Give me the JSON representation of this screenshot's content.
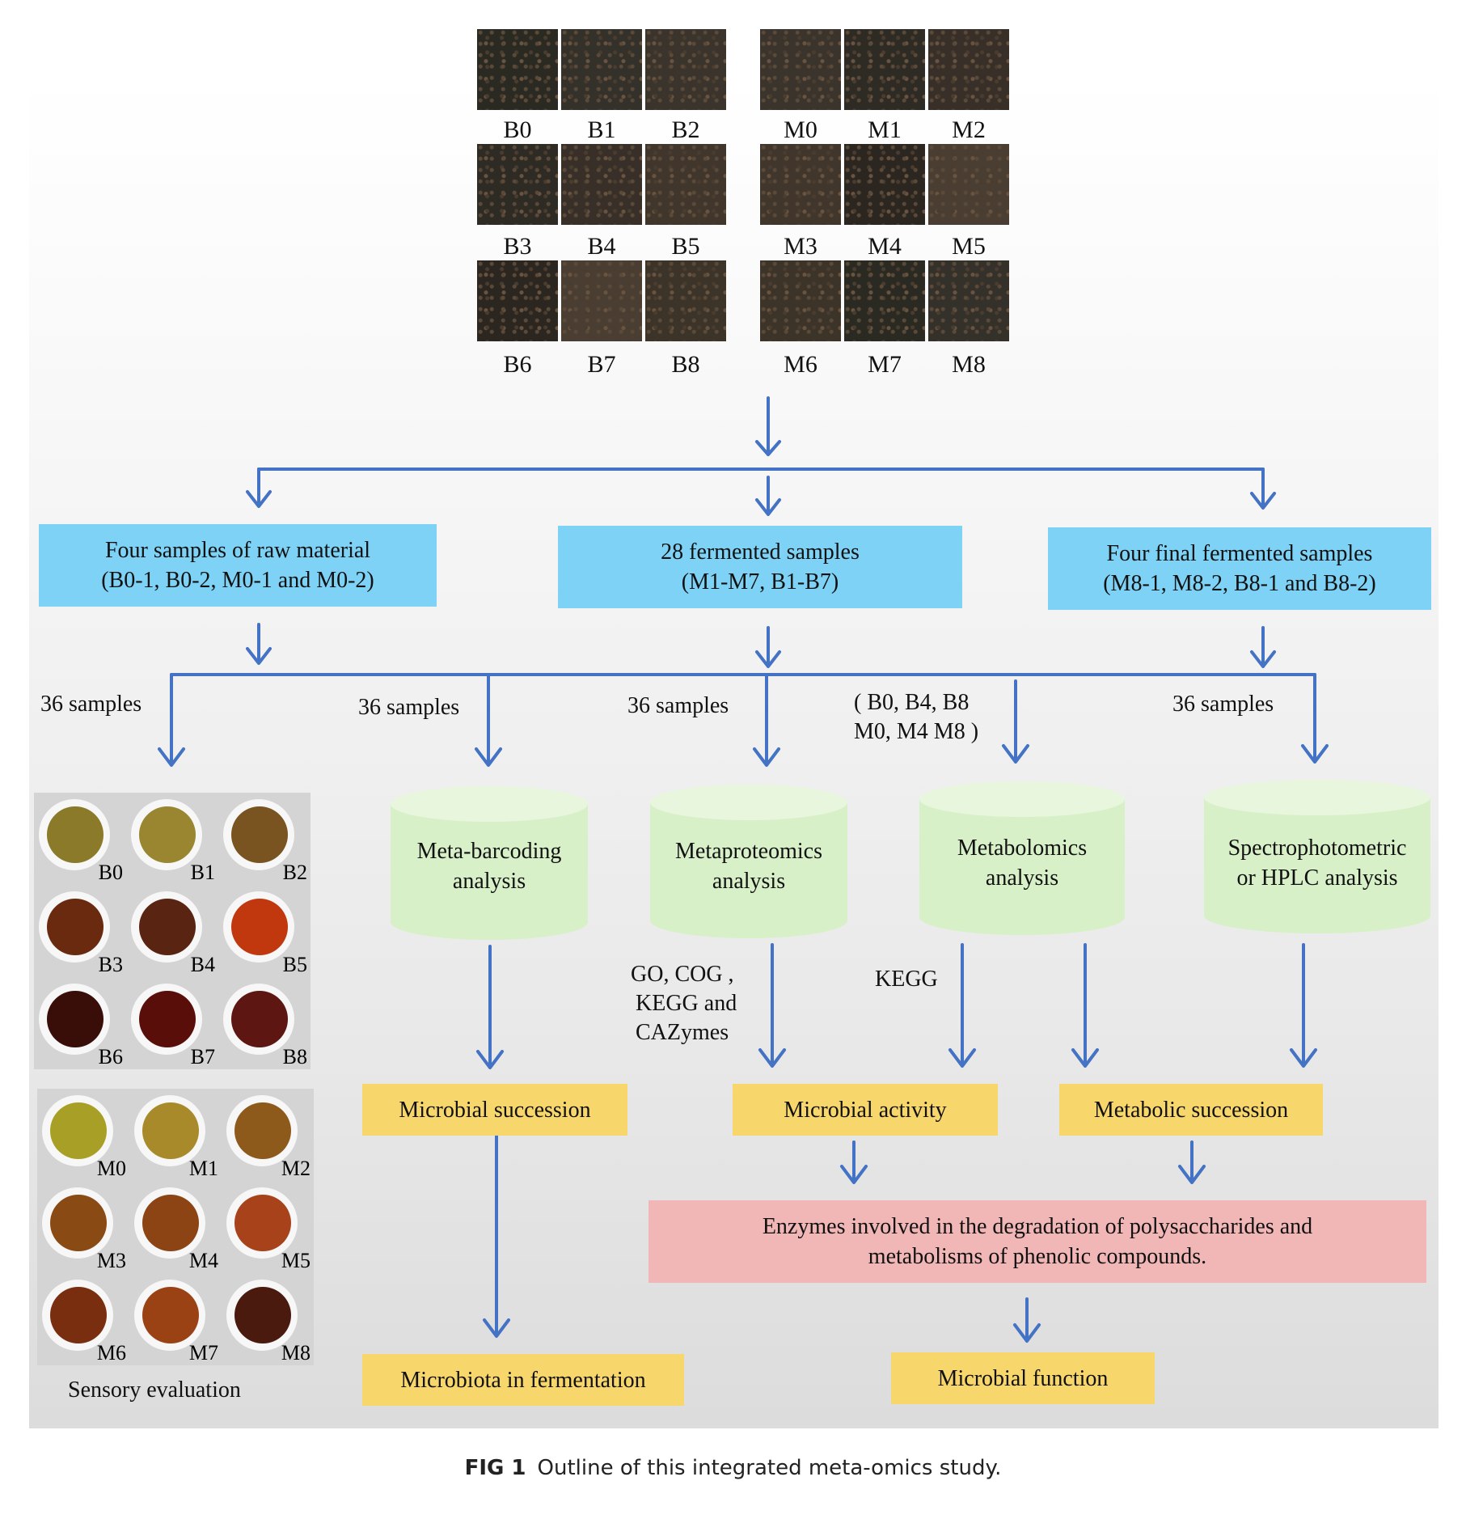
{
  "tea_leaf_photos": {
    "b_series": [
      "B0",
      "B1",
      "B2",
      "B3",
      "B4",
      "B5",
      "B6",
      "B7",
      "B8"
    ],
    "m_series": [
      "M0",
      "M1",
      "M2",
      "M3",
      "M4",
      "M5",
      "M6",
      "M7",
      "M8"
    ]
  },
  "sample_groups": {
    "raw": {
      "line1": "Four samples of raw material",
      "line2": "(B0-1, B0-2, M0-1 and M0-2)"
    },
    "fermented": {
      "line1": "28 fermented samples",
      "line2": "(M1-M7,  B1-B7)"
    },
    "final": {
      "line1": "Four final fermented samples",
      "line2": "(M8-1, M8-2, B8-1 and B8-2)"
    }
  },
  "branch_labels": {
    "sensory": "36 samples",
    "barcoding": "36 samples",
    "proteomics": "36 samples",
    "metabolomics_line1": "( B0, B4, B8",
    "metabolomics_line2": "M0, M4 M8 )",
    "spectro": "36 samples"
  },
  "analyses": {
    "barcoding": {
      "line1": "Meta-barcoding",
      "line2": "analysis"
    },
    "proteomics": {
      "line1": "Metaproteomics",
      "line2": "analysis"
    },
    "metabolomics": {
      "line1": "Metabolomics",
      "line2": "analysis"
    },
    "spectro": {
      "line1": "Spectrophotometric",
      "line2": "or HPLC  analysis"
    }
  },
  "annotations": {
    "proteomics_line1": "GO, COG ,",
    "proteomics_line2": "KEGG and",
    "proteomics_line3": "CAZymes",
    "metabolomics": "KEGG"
  },
  "outcomes": {
    "microbial_succession": "Microbial succession",
    "microbial_activity": "Microbial activity",
    "metabolic_succession": "Metabolic succession",
    "enzymes_line1": "Enzymes involved in the degradation of polysaccharides and",
    "enzymes_line2": "metabolisms of phenolic compounds.",
    "microbiota": "Microbiota in fermentation",
    "microbial_function": "Microbial function"
  },
  "sensory": {
    "label": "Sensory evaluation",
    "b_cups": [
      "B0",
      "B1",
      "B2",
      "B3",
      "B4",
      "B5",
      "B6",
      "B7",
      "B8"
    ],
    "m_cups": [
      "M0",
      "M1",
      "M2",
      "M3",
      "M4",
      "M5",
      "M6",
      "M7",
      "M8"
    ],
    "b_colors": [
      "#8a7a2a",
      "#9a8530",
      "#7a5420",
      "#6a2a10",
      "#5a2412",
      "#c2380e",
      "#3a0e08",
      "#5a0e0a",
      "#5e1612"
    ],
    "m_colors": [
      "#a8a026",
      "#a88a2a",
      "#8e5a1c",
      "#8a4a14",
      "#8c4414",
      "#a8421a",
      "#7a2e10",
      "#9a4214",
      "#4a1a0e"
    ]
  },
  "caption": {
    "label": "FIG 1",
    "text": "Outline of this integrated meta-omics study."
  },
  "colors": {
    "arrow": "#4472c4",
    "group_box": "#7dd2f5",
    "analysis": "#d8f0c8",
    "outcome": "#f7d66b",
    "enzyme_box": "#f1b6b6"
  }
}
